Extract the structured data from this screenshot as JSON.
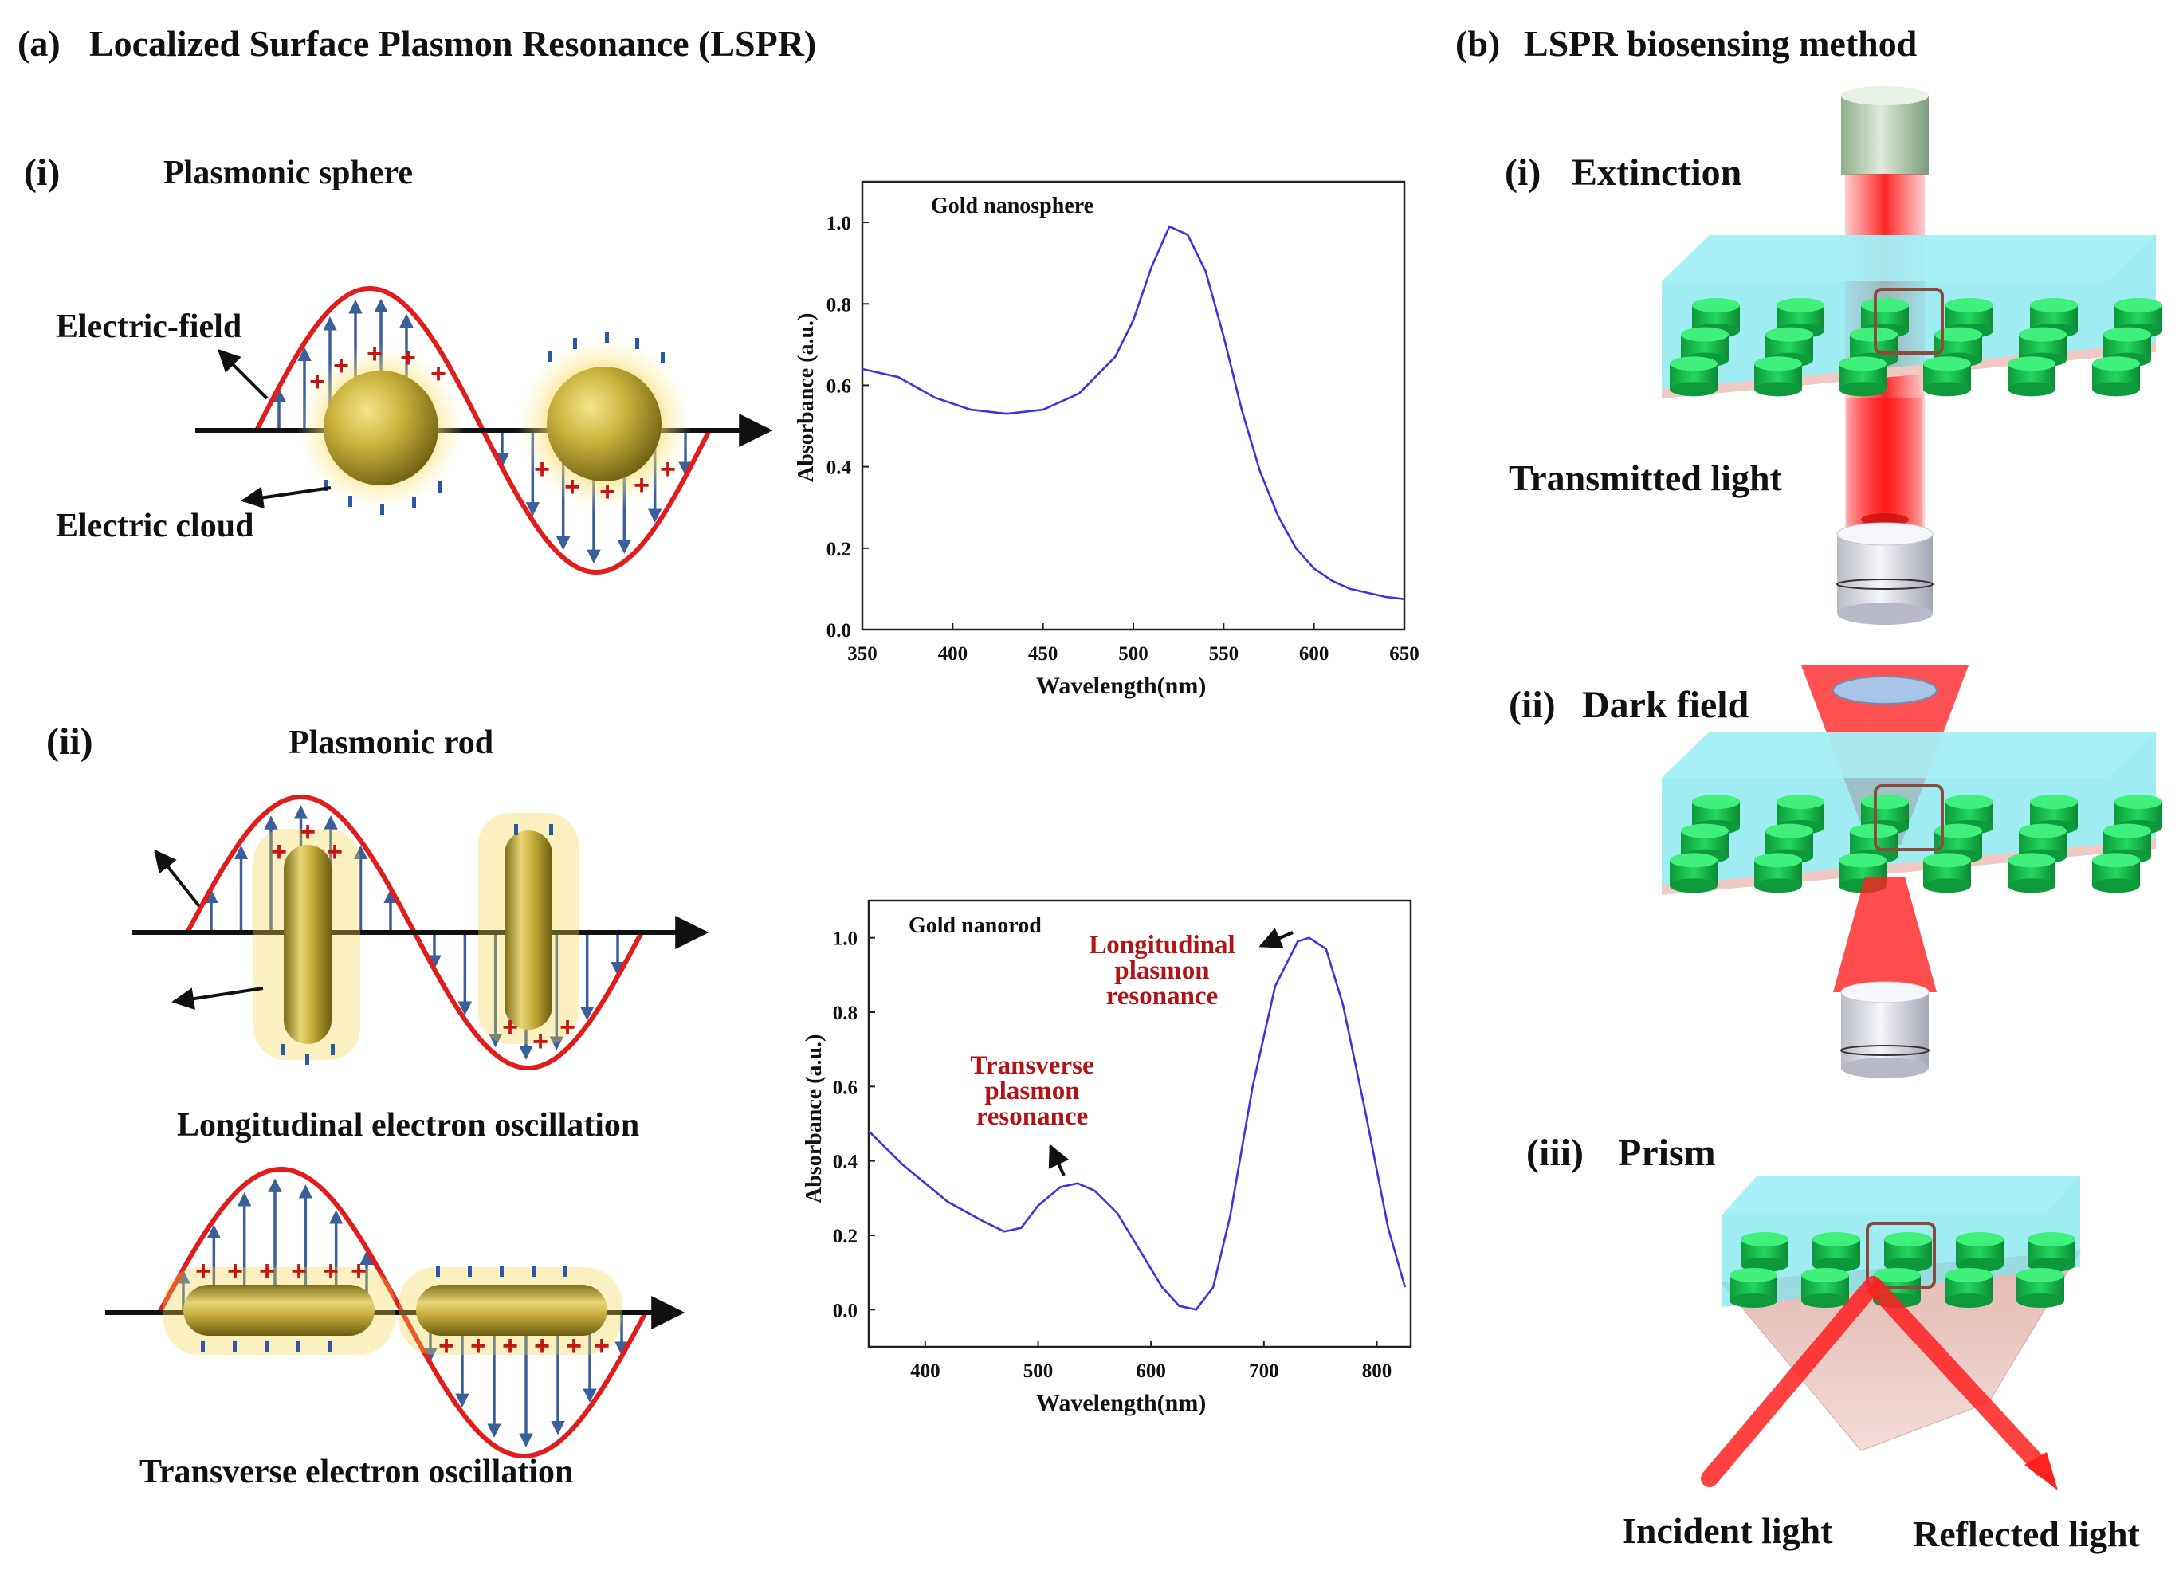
{
  "panel_a": {
    "label": "(a)",
    "title": "Localized Surface Plasmon Resonance (LSPR)",
    "sub_i": {
      "label": "(i)",
      "title": "Plasmonic sphere"
    },
    "sub_ii": {
      "label": "(ii)",
      "title": "Plasmonic rod"
    },
    "electric_field_label": "Electric-field",
    "electric_cloud_label": "Electric cloud",
    "longitudinal_caption": "Longitudinal electron oscillation",
    "transverse_caption": "Transverse electron oscillation"
  },
  "panel_b": {
    "label": "(b)",
    "title": "LSPR biosensing method",
    "extinction": {
      "label": "(i)",
      "title": "Extinction"
    },
    "transmitted_label": "Transmitted light",
    "dark_field": {
      "label": "(ii)",
      "title": "Dark field"
    },
    "prism": {
      "label": "(iii)",
      "title": "Prism"
    },
    "incident_label": "Incident light",
    "reflected_label": "Reflected light"
  },
  "colors": {
    "wave": "#e21b1b",
    "field_arrow": "#3a5f9a",
    "gold": "#b8a42c",
    "spectrum": "#3a35e0",
    "annotation": "#b01416",
    "laser": "#ff2020",
    "substrate_top": "#7fe6ee",
    "pillar": "#18c850"
  },
  "chart_data": [
    {
      "type": "line",
      "title": "Gold nanosphere",
      "xlabel": "Wavelength(nm)",
      "ylabel": "Absorbance (a.u.)",
      "xlim": [
        350,
        650
      ],
      "ylim": [
        0.0,
        1.1
      ],
      "xticks": [
        "350",
        "400",
        "450",
        "500",
        "550",
        "600",
        "650"
      ],
      "yticks": [
        "0.0",
        "0.2",
        "0.4",
        "0.6",
        "0.8",
        "1.0"
      ],
      "x": [
        350,
        370,
        390,
        410,
        430,
        450,
        470,
        490,
        500,
        510,
        520,
        530,
        540,
        550,
        560,
        570,
        580,
        590,
        600,
        610,
        620,
        630,
        640,
        650
      ],
      "y": [
        0.64,
        0.62,
        0.57,
        0.54,
        0.53,
        0.54,
        0.58,
        0.67,
        0.76,
        0.89,
        0.99,
        0.97,
        0.88,
        0.72,
        0.54,
        0.39,
        0.28,
        0.2,
        0.15,
        0.12,
        0.1,
        0.09,
        0.08,
        0.075
      ]
    },
    {
      "type": "line",
      "title": "Gold nanorod",
      "xlabel": "Wavelength(nm)",
      "ylabel": "Absorbance (a.u.)",
      "xlim": [
        350,
        830
      ],
      "ylim": [
        -0.1,
        1.1
      ],
      "xticks": [
        "400",
        "500",
        "600",
        "700",
        "800"
      ],
      "yticks": [
        "0.0",
        "0.2",
        "0.4",
        "0.6",
        "0.8",
        "1.0"
      ],
      "x": [
        350,
        380,
        420,
        450,
        470,
        485,
        500,
        520,
        535,
        550,
        570,
        590,
        610,
        625,
        640,
        655,
        670,
        690,
        710,
        730,
        740,
        755,
        770,
        790,
        810,
        825
      ],
      "y": [
        0.48,
        0.39,
        0.29,
        0.24,
        0.21,
        0.22,
        0.28,
        0.33,
        0.34,
        0.32,
        0.26,
        0.16,
        0.06,
        0.01,
        0.0,
        0.06,
        0.25,
        0.6,
        0.87,
        0.99,
        1.0,
        0.97,
        0.82,
        0.53,
        0.22,
        0.06
      ],
      "annotations": [
        {
          "lines": [
            "Longitudinal",
            "plasmon",
            "resonance"
          ]
        },
        {
          "lines": [
            "Transverse",
            "plasmon",
            "resonance"
          ]
        }
      ]
    }
  ]
}
